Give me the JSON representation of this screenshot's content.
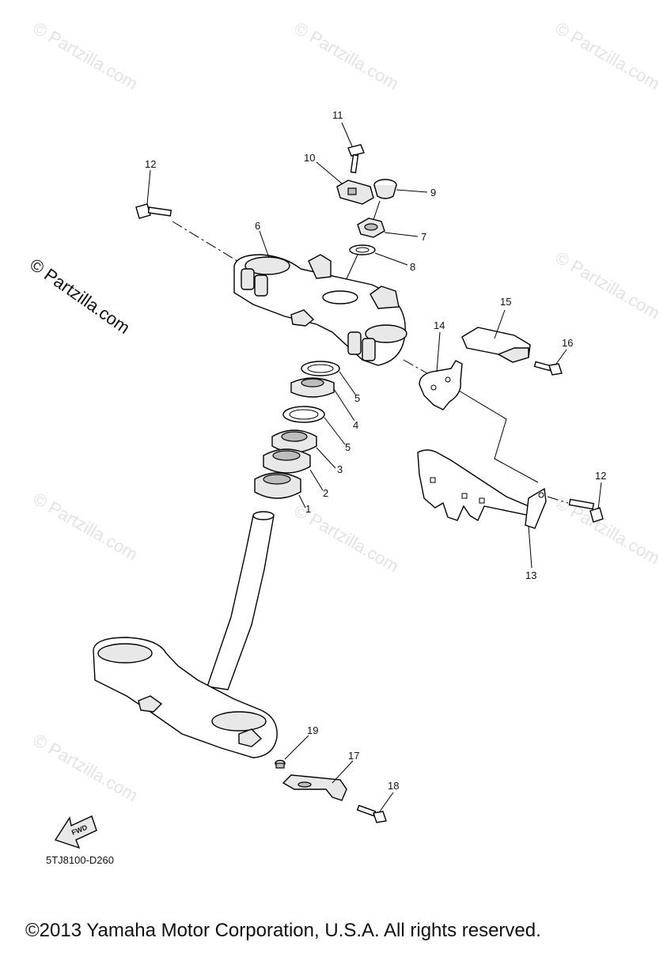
{
  "watermarks": [
    "© Partzilla.com",
    "© Partzilla.com",
    "© Partzilla.com",
    "© Partzilla.com",
    "© Partzilla.com",
    "© Partzilla.com",
    "© Partzilla.com",
    "© Partzilla.com",
    "© Partzilla.com"
  ],
  "side_watermark": "© Partzilla.com",
  "callouts": {
    "c1": "1",
    "c2": "2",
    "c3": "3",
    "c4": "4",
    "c5a": "5",
    "c5b": "5",
    "c6": "6",
    "c7": "7",
    "c8": "8",
    "c9": "9",
    "c10": "10",
    "c11": "11",
    "c12a": "12",
    "c12b": "12",
    "c13": "13",
    "c14": "14",
    "c15": "15",
    "c16": "16",
    "c17": "17",
    "c18": "18",
    "c19": "19"
  },
  "fwd_label": "FWD",
  "diagram_code": "5TJ8100-D260",
  "copyright": "©2013 Yamaha Motor Corporation, U.S.A. All rights reserved."
}
